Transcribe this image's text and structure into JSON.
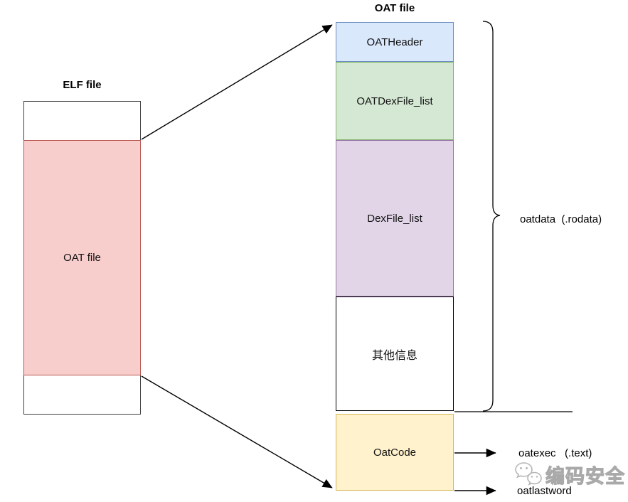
{
  "elf": {
    "title": "ELF file",
    "region_label": "OAT file",
    "region_fill": "#f8cecc",
    "region_border": "#b85450"
  },
  "oat": {
    "title": "OAT file",
    "sections": [
      {
        "label": "OATHeader",
        "fill": "#dae8fc",
        "border": "#6c8ebf"
      },
      {
        "label": "OATDexFile_list",
        "fill": "#d5e8d4",
        "border": "#82b366"
      },
      {
        "label": "DexFile_list",
        "fill": "#e1d5e7",
        "border": "#9673a6"
      },
      {
        "label": "其他信息",
        "fill": "#ffffff",
        "border": "#000000"
      },
      {
        "label": "OatCode",
        "fill": "#fff2cc",
        "border": "#d6b656"
      }
    ]
  },
  "annotations": {
    "oatdata": "oatdata  (.rodata)",
    "oatexec": "oatexec   (.text)",
    "oatlastword": "oatlastword"
  },
  "watermark": {
    "icon": "wechat-icon",
    "text": "编码安全",
    "color": "#b5b5b5"
  },
  "line_color": "#000000"
}
